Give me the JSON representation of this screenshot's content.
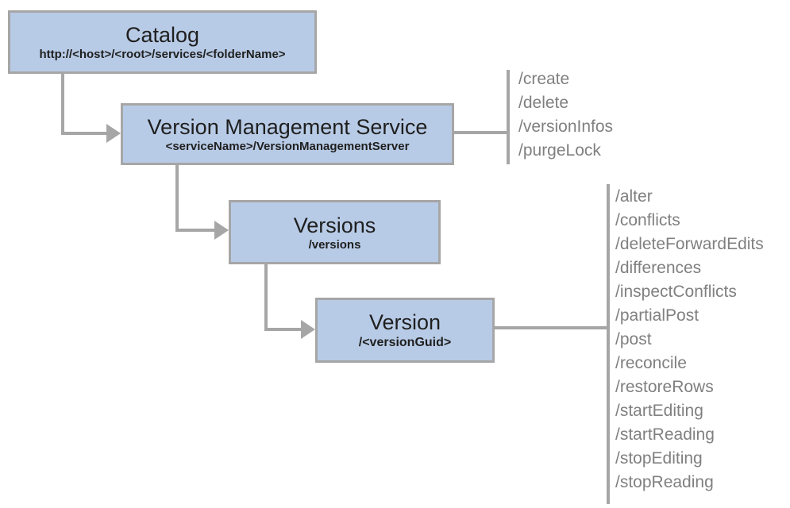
{
  "colors": {
    "node_fill": "#b8cbe6",
    "node_border": "#a6a6a6",
    "connector": "#a6a6a6",
    "operation_text": "#808080",
    "title_text": "#1f1f1f"
  },
  "nodes": {
    "catalog": {
      "title": "Catalog",
      "subtitle": "http://<host>/<root>/services/<folderName>"
    },
    "vms": {
      "title": "Version Management Service",
      "subtitle": "<serviceName>/VersionManagementServer"
    },
    "versions": {
      "title": "Versions",
      "subtitle": "/versions"
    },
    "version": {
      "title": "Version",
      "subtitle": "/<versionGuid>"
    }
  },
  "operations": {
    "vms": [
      "/create",
      "/delete",
      "/versionInfos",
      "/purgeLock"
    ],
    "version": [
      "/alter",
      "/conflicts",
      "/deleteForwardEdits",
      "/differences",
      "/inspectConflicts",
      "/partialPost",
      "/post",
      "/reconcile",
      "/restoreRows",
      "/startEditing",
      "/startReading",
      "/stopEditing",
      "/stopReading"
    ]
  }
}
